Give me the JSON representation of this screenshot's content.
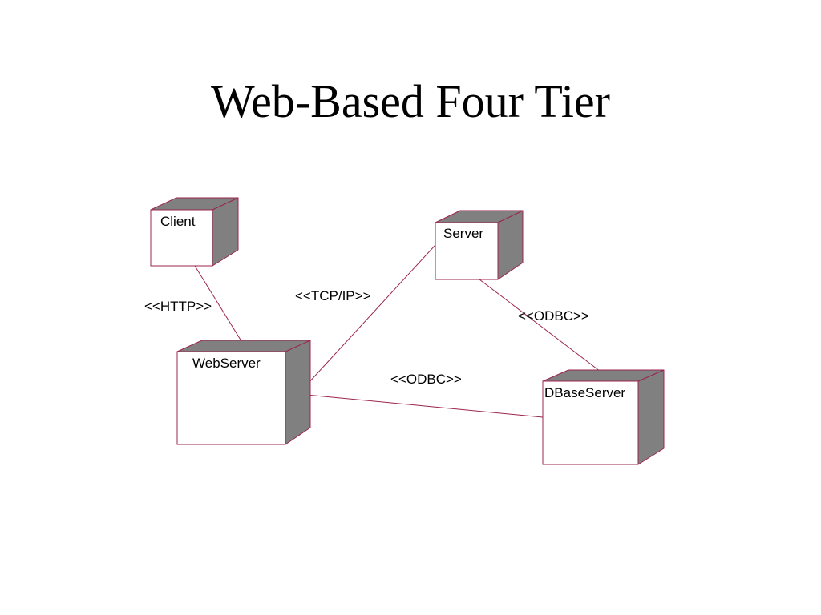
{
  "title": "Web-Based Four Tier",
  "colors": {
    "box_edge": "#9b2550",
    "box_face": "#ffffff",
    "box_side": "#808080",
    "connector": "#9b2550"
  },
  "nodes": {
    "client": {
      "label": "Client"
    },
    "server": {
      "label": "Server"
    },
    "webserver": {
      "label": "WebServer"
    },
    "dbaseserver": {
      "label": "DBaseServer"
    }
  },
  "connections": {
    "http": {
      "label": "<<HTTP>>"
    },
    "tcpip": {
      "label": "<<TCP/IP>>"
    },
    "odbc_server_db": {
      "label": "<<ODBC>>"
    },
    "odbc_web_db": {
      "label": "<<ODBC>>"
    }
  }
}
